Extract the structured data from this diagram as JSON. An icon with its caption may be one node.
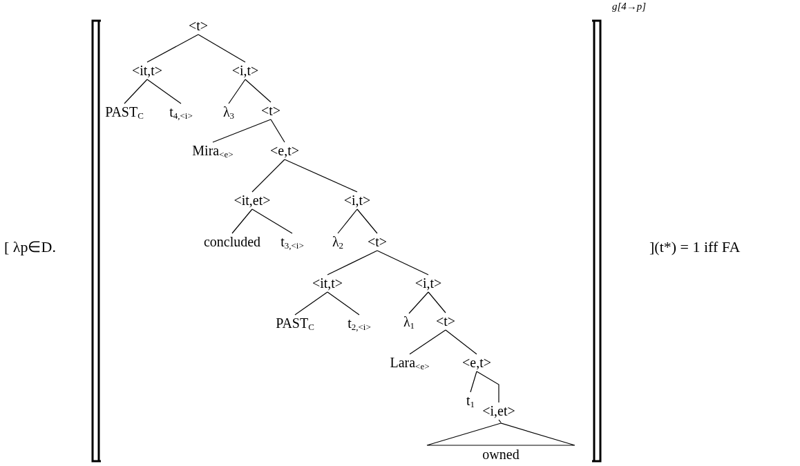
{
  "diagram": {
    "nodes": [
      {
        "text": [
          "<t>"
        ]
      },
      {
        "text": [
          "<it,t>"
        ]
      },
      {
        "text": [
          "<i,t>"
        ]
      },
      {
        "text": [
          "PAST$_{C}$"
        ]
      },
      {
        "text": [
          "t$_{4,<i>}$"
        ]
      },
      {
        "text": [
          "λ$_{3}$"
        ]
      },
      {
        "text": [
          "<t>"
        ]
      },
      {
        "text": [
          "Mira$_{<e>}$"
        ]
      },
      {
        "text": [
          "<e,t>"
        ]
      },
      {
        "text": [
          "<it,et>"
        ]
      },
      {
        "text": [
          "<i,t>"
        ]
      },
      {
        "text": [
          "concluded"
        ]
      },
      {
        "text": [
          "t$_{3,<i>}$"
        ]
      },
      {
        "text": [
          "λ$_{2}$"
        ]
      },
      {
        "text": [
          "<t>"
        ]
      },
      {
        "text": [
          "<it,t>"
        ]
      },
      {
        "text": [
          "<i,t>"
        ]
      },
      {
        "text": [
          "PAST$_{C}$"
        ]
      },
      {
        "text": [
          "t$_{2,<i>}$"
        ]
      },
      {
        "text": [
          "λ$_{1}$"
        ]
      },
      {
        "text": [
          "<t>"
        ]
      },
      {
        "text": [
          "Lara$_{<e>}$"
        ]
      },
      {
        "text": [
          "<e,t>"
        ]
      },
      {
        "text": [
          "t$_{1}$"
        ]
      },
      {
        "text": [
          "<i,et>"
        ]
      },
      {
        "text": [
          "owned"
        ]
      }
    ],
    "edges": [
      {
        "from": 0,
        "to": 1,
        "arrow": "none"
      },
      {
        "from": 0,
        "to": 2,
        "arrow": "none"
      },
      {
        "from": 1,
        "to": 3,
        "arrow": "none"
      },
      {
        "from": 1,
        "to": 4,
        "arrow": "none"
      },
      {
        "from": 2,
        "to": 5,
        "arrow": "none"
      },
      {
        "from": 2,
        "to": 6,
        "arrow": "none"
      },
      {
        "from": 6,
        "to": 7,
        "arrow": "none"
      },
      {
        "from": 6,
        "to": 8,
        "arrow": "none"
      },
      {
        "from": 8,
        "to": 9,
        "arrow": "none"
      },
      {
        "from": 8,
        "to": 10,
        "arrow": "none"
      },
      {
        "from": 9,
        "to": 11,
        "arrow": "none"
      },
      {
        "from": 9,
        "to": 12,
        "arrow": "none"
      },
      {
        "from": 10,
        "to": 13,
        "arrow": "none"
      },
      {
        "from": 10,
        "to": 14,
        "arrow": "none"
      },
      {
        "from": 14,
        "to": 15,
        "arrow": "none"
      },
      {
        "from": 14,
        "to": 16,
        "arrow": "none"
      },
      {
        "from": 15,
        "to": 17,
        "arrow": "none"
      },
      {
        "from": 15,
        "to": 18,
        "arrow": "none"
      },
      {
        "from": 16,
        "to": 19,
        "arrow": "none"
      },
      {
        "from": 16,
        "to": 20,
        "arrow": "none"
      },
      {
        "from": 20,
        "to": 21,
        "arrow": "none"
      },
      {
        "from": 20,
        "to": 22,
        "arrow": "none"
      },
      {
        "from": 22,
        "to": 23,
        "arrow": "none"
      },
      {
        "from": 22,
        "to": 24,
        "arrow": "none"
      },
      {
        "from": 24,
        "to": 25,
        "arrow": "none"
      }
    ],
    "labels": [
      "[ λp∈D.",
      "g[4→p]",
      "](t*) = 1 iff FA"
    ]
  }
}
